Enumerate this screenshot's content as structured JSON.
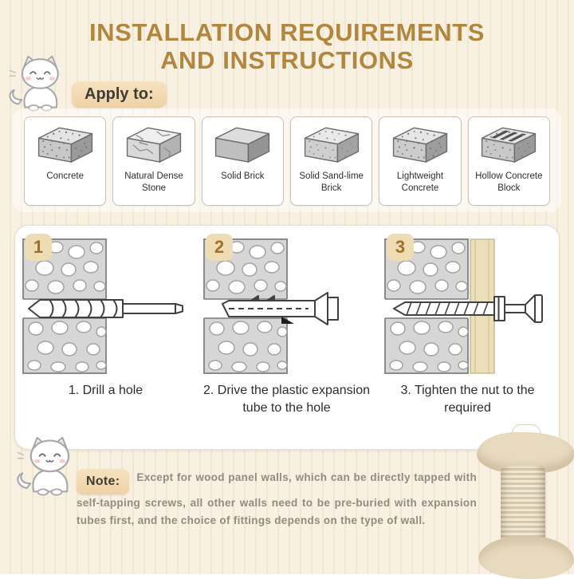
{
  "title": {
    "line1": "INSTALLATION REQUIREMENTS",
    "line2": "AND INSTRUCTIONS"
  },
  "apply_to": {
    "label": "Apply to:"
  },
  "materials": [
    {
      "name": "Concrete"
    },
    {
      "name": "Natural Dense Stone"
    },
    {
      "name": "Solid Brick"
    },
    {
      "name": "Solid Sand-lime Brick"
    },
    {
      "name": "Lightweight Concrete"
    },
    {
      "name": "Hollow Concrete Block"
    }
  ],
  "steps": [
    {
      "number": "1",
      "caption": "1. Drill a hole"
    },
    {
      "number": "2",
      "caption": "2. Drive the plastic expansion tube to the hole"
    },
    {
      "number": "3",
      "caption": "3. Tighten the nut to the required"
    }
  ],
  "note": {
    "label": "Note:",
    "text": "Except for wood panel walls, which can be directly tapped with self-tapping screws, all other walls need to be pre-buried with expansion tubes first, and the choice of fittings depends on the type of wall."
  },
  "colors": {
    "title": "#b3863e",
    "badge_bg": "#f3d9b2",
    "step_number": "#a0702a",
    "note_text": "#8e8d80",
    "background": "#f8f1e2"
  }
}
